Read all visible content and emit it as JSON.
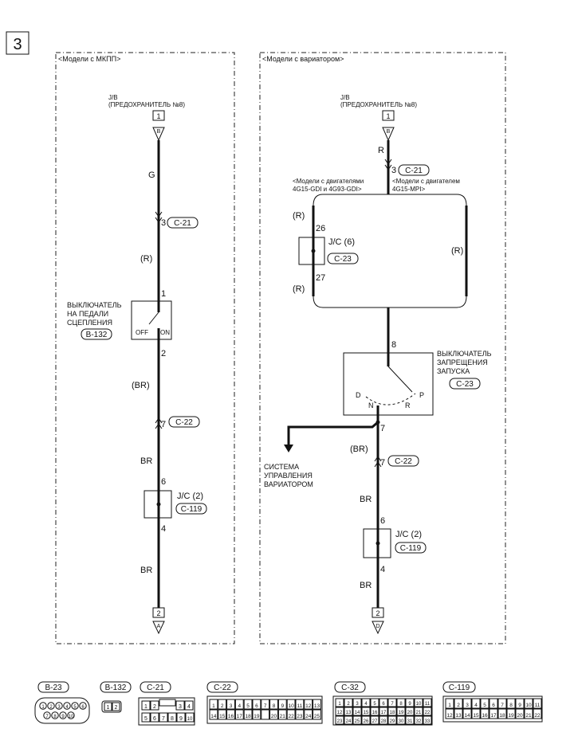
{
  "page_marker": "3",
  "left_panel": {
    "title": "<Модели с МКПП>",
    "source_name": "J/B",
    "source_desc": "(ПРЕДОХРАНИТЕЛЬ №8)",
    "top_terminal": "1",
    "top_arrow": "B",
    "wire1_color": "G",
    "conn1_pin": "3",
    "conn1_code": "C-21",
    "wire2_color": "(R)",
    "switch_pin_top": "1",
    "switch_label_l1": "ВЫКЛЮЧАТЕЛЬ",
    "switch_label_l2": "НА ПЕДАЛИ",
    "switch_label_l3": "СЦЕПЛЕНИЯ",
    "switch_code": "B-132",
    "switch_off": "OFF",
    "switch_on": "ON",
    "switch_pin_bottom": "2",
    "wire3_color": "(BR)",
    "conn2_pin": "7",
    "conn2_code": "C-22",
    "wire4_color": "BR",
    "jc_pin_top": "6",
    "jc_label": "J/C (2)",
    "jc_code": "C-119",
    "jc_pin_bottom": "4",
    "wire5_color": "BR",
    "bottom_terminal": "2",
    "bottom_arrow": "A"
  },
  "right_panel": {
    "title": "<Модели с вариатором>",
    "source_name": "J/B",
    "source_desc": "(ПРЕДОХРАНИТЕЛЬ №8)",
    "top_terminal": "1",
    "top_arrow": "B",
    "wire1_color": "R",
    "conn1_pin": "3",
    "conn1_code": "C-21",
    "branch_left_l1": "<Модели с двигателями",
    "branch_left_l2": "4G15-GDI и 4G93-GDI>",
    "branch_right_l1": "<Модели с двигателем",
    "branch_right_l2": "4G15-MPI>",
    "jc6_wire_top": "(R)",
    "jc6_pin_top": "26",
    "jc6_label": "J/C (6)",
    "jc6_code": "C-23",
    "jc6_pin_bottom": "27",
    "jc6_wire_bottom": "(R)",
    "bypass_wire": "(R)",
    "inhibitor_pin_top": "8",
    "inhibitor_l1": "ВЫКЛЮЧАТЕЛЬ",
    "inhibitor_l2": "ЗАПРЕЩЕНИЯ",
    "inhibitor_l3": "ЗАПУСКА",
    "inhibitor_code": "C-23",
    "pos_d": "D",
    "pos_n": "N",
    "pos_r": "R",
    "pos_p": "P",
    "inhibitor_pin_bottom": "7",
    "cvt_l1": "СИСТЕМА",
    "cvt_l2": "УПРАВЛЕНИЯ",
    "cvt_l3": "ВАРИАТОРОМ",
    "wire3_color": "(BR)",
    "conn2_pin": "7",
    "conn2_code": "C-22",
    "wire4_color": "BR",
    "jc_pin_top": "6",
    "jc_label": "J/C (2)",
    "jc_code": "C-119",
    "jc_pin_bottom": "4",
    "wire5_color": "BR",
    "bottom_terminal": "2",
    "bottom_arrow": "D"
  },
  "connectors": [
    {
      "code": "B-23",
      "rows": [
        [
          "1",
          "2",
          "3",
          "4",
          "5",
          "6"
        ],
        [
          "7",
          "8",
          "9",
          "10"
        ]
      ]
    },
    {
      "code": "B-132",
      "rows": [
        [
          "1",
          "2"
        ]
      ]
    },
    {
      "code": "C-21",
      "rows": [
        [
          "1",
          "2",
          "",
          "",
          "3",
          "4"
        ],
        [
          "5",
          "6",
          "7",
          "8",
          "9",
          "10"
        ]
      ]
    },
    {
      "code": "C-22",
      "rows": [
        [
          "1",
          "2",
          "3",
          "4",
          "5",
          "6",
          "7",
          "8",
          "9",
          "10",
          "11",
          "12",
          "13"
        ],
        [
          "14",
          "15",
          "16",
          "17",
          "18",
          "19",
          "",
          "20",
          "21",
          "22",
          "23",
          "24",
          "25"
        ]
      ]
    },
    {
      "code": "C-32",
      "rows": [
        [
          "1",
          "2",
          "3",
          "4",
          "5",
          "6",
          "7",
          "8",
          "9",
          "10",
          "11"
        ],
        [
          "12",
          "13",
          "14",
          "15",
          "16",
          "17",
          "18",
          "19",
          "20",
          "21",
          "22"
        ],
        [
          "23",
          "24",
          "25",
          "26",
          "27",
          "28",
          "29",
          "30",
          "31",
          "32",
          "33"
        ]
      ]
    },
    {
      "code": "C-119",
      "rows": [
        [
          "1",
          "2",
          "3",
          "4",
          "5",
          "6",
          "7",
          "8",
          "9",
          "10",
          "11"
        ],
        [
          "12",
          "13",
          "14",
          "15",
          "16",
          "17",
          "18",
          "19",
          "20",
          "21",
          "22"
        ]
      ]
    }
  ]
}
